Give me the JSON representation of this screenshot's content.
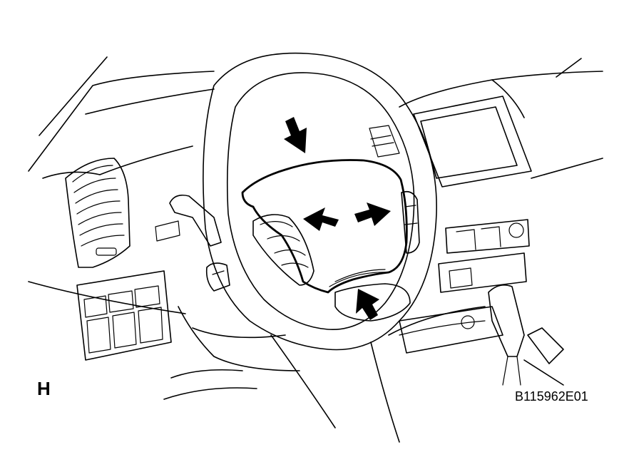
{
  "figure": {
    "view_label": "H",
    "figure_code": "B115962E01"
  },
  "colors": {
    "line": "#000000",
    "background": "#ffffff"
  },
  "arrows": [
    {
      "name": "arrow-top",
      "direction": "down"
    },
    {
      "name": "arrow-left",
      "direction": "left"
    },
    {
      "name": "arrow-right",
      "direction": "right"
    },
    {
      "name": "arrow-bottom",
      "direction": "up-left"
    }
  ]
}
